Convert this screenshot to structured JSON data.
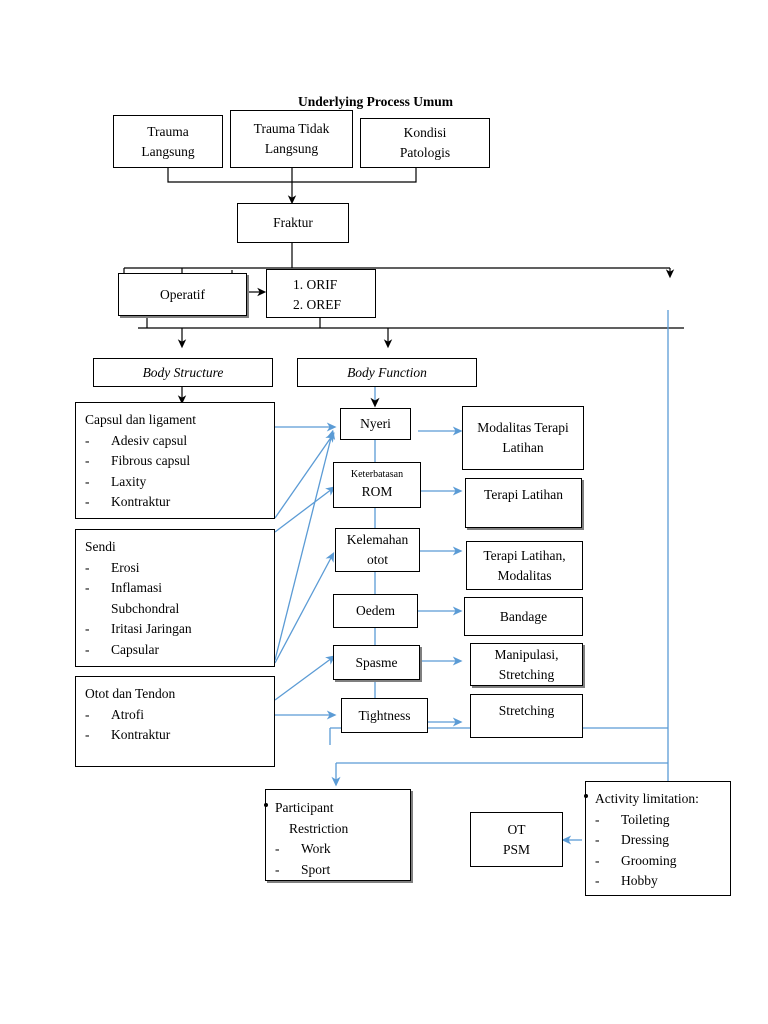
{
  "title": "Underlying Process Umum",
  "colors": {
    "line_black": "#000000",
    "line_blue": "#5B9BD5",
    "box_border": "#000000",
    "shadow": "#7F7F7F"
  },
  "causes": [
    {
      "line1": "Trauma",
      "line2": "Langsung"
    },
    {
      "line1": "Trauma Tidak",
      "line2": "Langsung"
    },
    {
      "line1": "Kondisi",
      "line2": "Patologis"
    }
  ],
  "fraktur": {
    "label": "Fraktur"
  },
  "operatif": {
    "label": "Operatif"
  },
  "orif_oref": {
    "item1": "1.   ORIF",
    "item2": "2.   OREF"
  },
  "domains": {
    "body_structure": "Body Structure",
    "body_function": "Body Function"
  },
  "structure_boxes": [
    {
      "heading": "Capsul dan ligament",
      "items": [
        "Adesiv capsul",
        "Fibrous capsul",
        "Laxity",
        "Kontraktur"
      ]
    },
    {
      "heading": "Sendi",
      "items": [
        "Erosi",
        "Inflamasi"
      ],
      "continuation": "Subchondral",
      "items2": [
        "Iritasi Jaringan",
        "Capsular"
      ]
    },
    {
      "heading": "Otot dan Tendon",
      "items": [
        "Atrofi",
        "Kontraktur"
      ]
    }
  ],
  "impairments": [
    {
      "line1": "Nyeri",
      "line2": ""
    },
    {
      "line1": "Keterbatasan",
      "line2": "ROM"
    },
    {
      "line1": "Kelemahan",
      "line2": "otot"
    },
    {
      "line1": "Oedem",
      "line2": ""
    },
    {
      "line1": "Spasme",
      "line2": ""
    },
    {
      "line1": "Tightness",
      "line2": ""
    }
  ],
  "interventions": [
    {
      "line1": "Modalitas Terapi",
      "line2": "Latihan"
    },
    {
      "line1": "Terapi Latihan",
      "line2": ""
    },
    {
      "line1": "Terapi Latihan,",
      "line2": "Modalitas"
    },
    {
      "line1": "Bandage",
      "line2": ""
    },
    {
      "line1": "Manipulasi,",
      "line2": "Stretching"
    },
    {
      "line1": "Stretching",
      "line2": ""
    }
  ],
  "participant": {
    "heading": "Participant",
    "heading2": "Restriction",
    "items": [
      "Work",
      "Sport"
    ]
  },
  "ot_psm": {
    "line1": "OT",
    "line2": "PSM"
  },
  "activity": {
    "heading": "Activity limitation:",
    "items": [
      "Toileting",
      "Dressing",
      "Grooming",
      "Hobby"
    ]
  }
}
